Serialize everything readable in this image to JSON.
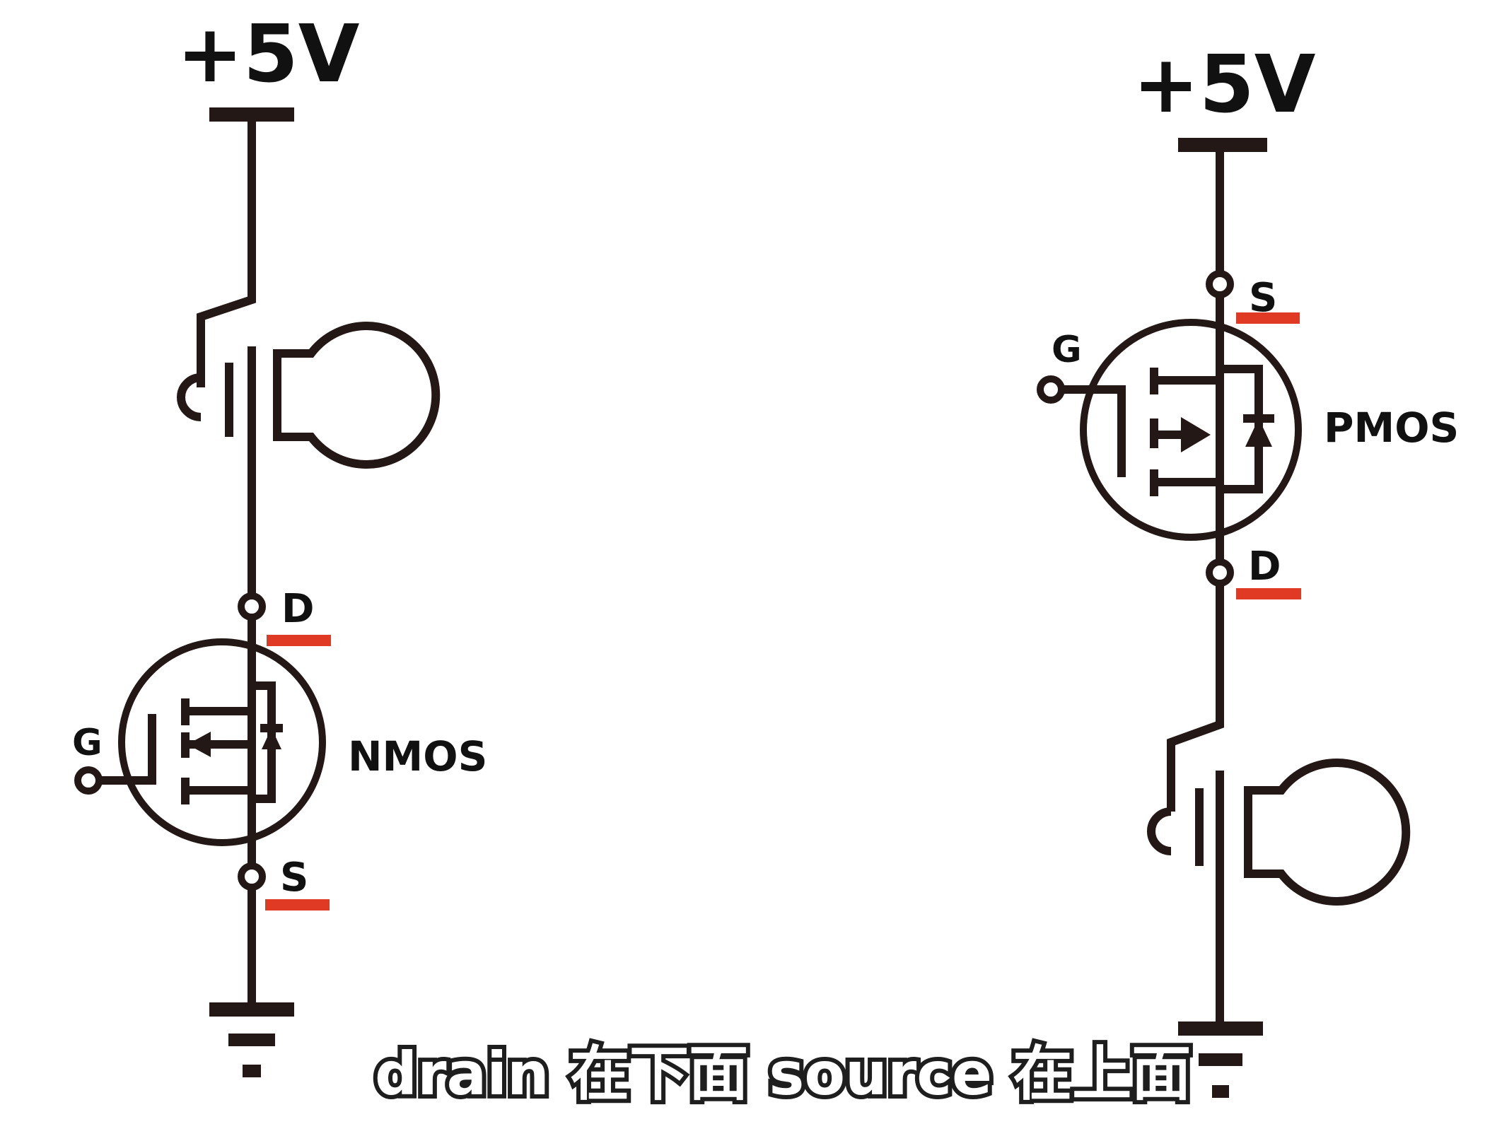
{
  "nmos_circuit": {
    "supply_label": "+5V",
    "drain_label": "D",
    "source_label": "S",
    "gate_label": "G",
    "device_label": "NMOS"
  },
  "pmos_circuit": {
    "supply_label": "+5V",
    "source_label": "S",
    "drain_label": "D",
    "gate_label": "G",
    "device_label": "PMOS"
  },
  "subtitle": "drain 在下面 source 在上面",
  "colors": {
    "wire": "#231815",
    "underline": "#e03a24",
    "background": "#ffffff"
  }
}
